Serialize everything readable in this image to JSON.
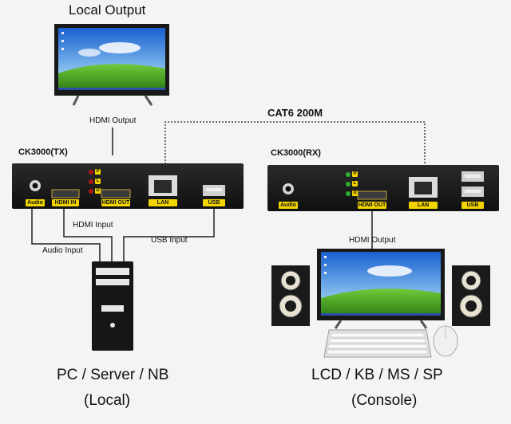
{
  "local_output_title": "Local Output",
  "hdmi_output_top": "HDMI Output",
  "cat6_label": "CAT6 200M",
  "tx": {
    "title": "CK3000(TX)",
    "ports": {
      "audio": "Audio",
      "hdmi_in": "HDMI IN",
      "hdmi_out": "HDMI OUT",
      "lan": "LAN",
      "usb": "USB"
    },
    "leds": [
      "P",
      "L",
      "D"
    ]
  },
  "rx": {
    "title": "CK3000(RX)",
    "ports": {
      "audio": "Audio",
      "hdmi_out": "HDMI OUT",
      "lan": "LAN",
      "usb": "USB"
    },
    "leds": [
      "P",
      "L",
      "D"
    ]
  },
  "inputs": {
    "hdmi": "HDMI Input",
    "audio": "Audio Input",
    "usb": "USB Input"
  },
  "hdmi_output_rx": "HDMI Output",
  "pc": {
    "line1": "PC / Server / NB",
    "line2": "(Local)"
  },
  "console": {
    "line1": "LCD / KB / MS / SP",
    "line2": "(Console)"
  },
  "colors": {
    "port_label": "#f2d500",
    "device_body": "#1c1c1c",
    "led_green": "#2fae2f",
    "led_red": "#b01818"
  }
}
